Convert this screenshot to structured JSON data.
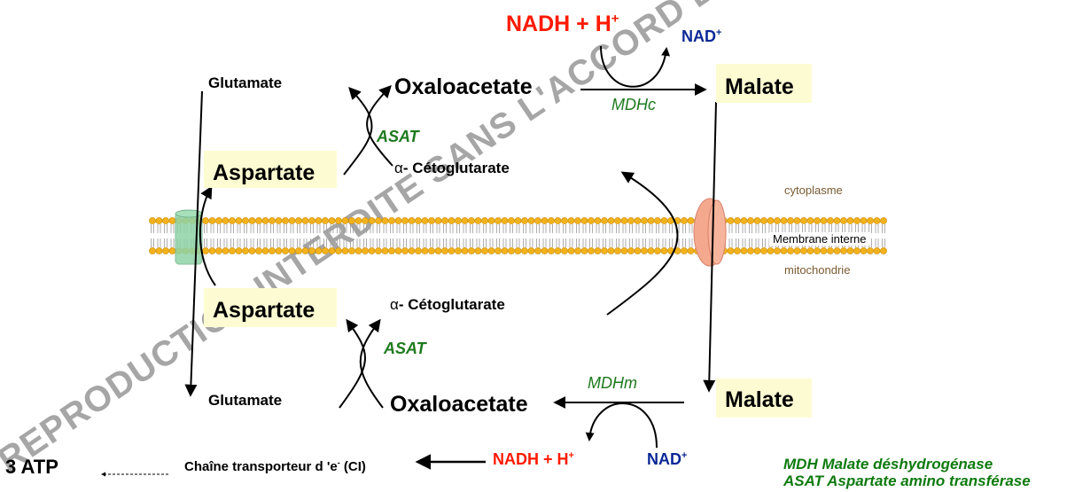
{
  "watermark": "REPRODUCTION INTERDITE SANS L'ACCORD DES AUTEURS",
  "cytoplasm": {
    "nadh": "NADH + H",
    "nadh_sup": "+",
    "nad": "NAD",
    "nad_sup": "+",
    "oxaloacetate": "Oxaloacetate",
    "malate": "Malate",
    "enzyme_mdh": "MDHc",
    "glutamate": "Glutamate",
    "aspartate": "Aspartate",
    "enzyme_asat": "ASAT",
    "alpha_symbol": "α",
    "ketoglutarate": "- Cétoglutarate"
  },
  "membrane": {
    "region_top": "cytoplasme",
    "label": "Membrane interne",
    "region_bottom": "mitochondrie",
    "colors": {
      "lipid_head": "#f2b21b",
      "aspartate_glutamate_carrier": "#8fd3a8",
      "malate_ketoglutarate_carrier": "#f4a98e"
    }
  },
  "mitochondria": {
    "aspartate": "Aspartate",
    "alpha_symbol": "α",
    "ketoglutarate": "- Cétoglutarate",
    "enzyme_asat": "ASAT",
    "glutamate": "Glutamate",
    "oxaloacetate": "Oxaloacetate",
    "enzyme_mdh": "MDHm",
    "malate": "Malate",
    "nadh": "NADH + H",
    "nadh_sup": "+",
    "nad": "NAD",
    "nad_sup": "+"
  },
  "bottom": {
    "atp": "3 ATP",
    "chain": "Chaîne transporteur d 'e",
    "chain_sup": "-",
    "chain_suffix": " (CI)"
  },
  "legend": {
    "line1": "MDH Malate déshydrogénase",
    "line2": "ASAT Aspartate amino transférase"
  },
  "colors": {
    "nadh": "#ff1a00",
    "nad": "#0a2896",
    "enzyme": "#1e7a1e",
    "highlight_box": "#fdfbd2"
  }
}
